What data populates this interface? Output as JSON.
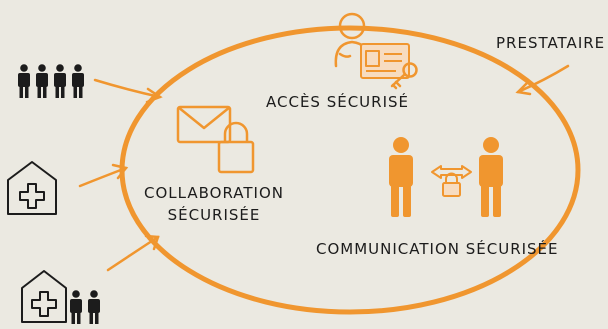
{
  "labels": {
    "prestataire": "PRESTATAIRE",
    "acces_securise": "ACCÈS SÉCURISÉ",
    "collaboration_line1": "COLLABORATION",
    "collaboration_line2": "SÉCURISÉE",
    "communication_securisee": "COMMUNICATION SÉCURISÉE"
  },
  "colors": {
    "background": "#ebe9e1",
    "accent_orange": "#f0962f",
    "ink": "#1c1c1c",
    "badge_beige": "#f7dcc0"
  },
  "icons": [
    "people-group-icon",
    "hospital-icon",
    "hospital-with-staff-icon",
    "provider-person-icon",
    "id-card-icon",
    "key-icon",
    "envelope-icon",
    "padlock-icon",
    "person-icon",
    "exchange-arrows-icon"
  ]
}
